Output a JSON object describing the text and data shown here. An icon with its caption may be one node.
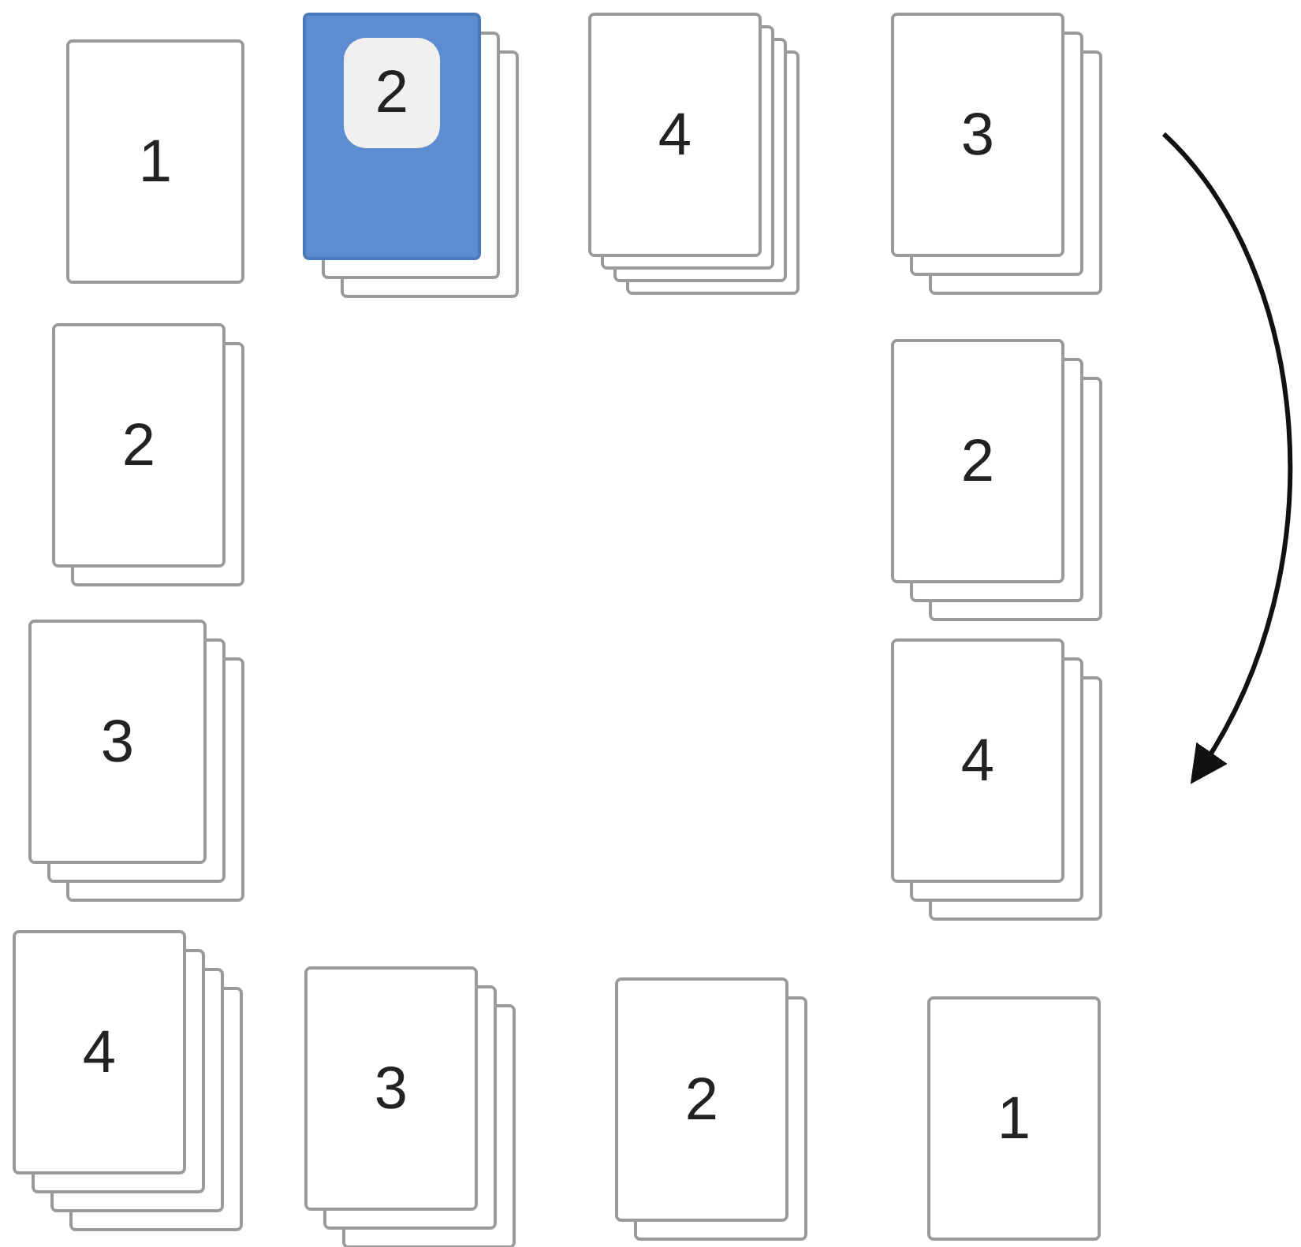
{
  "diagram": {
    "nodes": [
      {
        "text": [
          "1"
        ]
      },
      {
        "text": [
          "2"
        ]
      },
      {
        "text": [
          "4"
        ]
      },
      {
        "text": [
          "3"
        ]
      },
      {
        "text": [
          "2"
        ]
      },
      {
        "text": [
          "2"
        ]
      },
      {
        "text": [
          "3"
        ]
      },
      {
        "text": [
          "4"
        ]
      },
      {
        "text": [
          "4"
        ]
      },
      {
        "text": [
          "3"
        ]
      },
      {
        "text": [
          "2"
        ]
      },
      {
        "text": [
          "1"
        ]
      }
    ]
  }
}
